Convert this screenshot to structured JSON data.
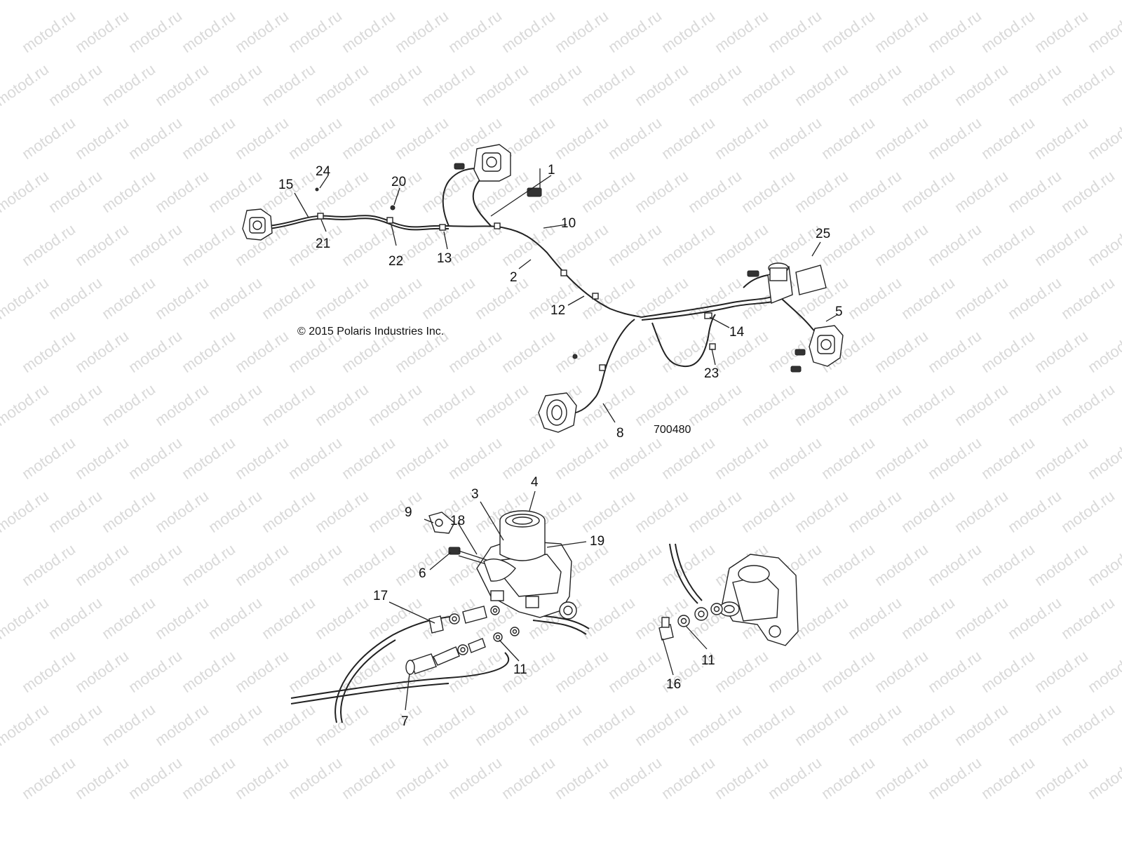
{
  "watermark": "motod.ru",
  "copyright": "© 2015 Polaris Industries Inc.",
  "diagram_id": "700480",
  "callouts": [
    "1",
    "2",
    "3",
    "4",
    "5",
    "6",
    "7",
    "8",
    "9",
    "10",
    "11",
    "11",
    "12",
    "13",
    "14",
    "15",
    "16",
    "17",
    "18",
    "19",
    "20",
    "21",
    "22",
    "23",
    "24",
    "25"
  ]
}
